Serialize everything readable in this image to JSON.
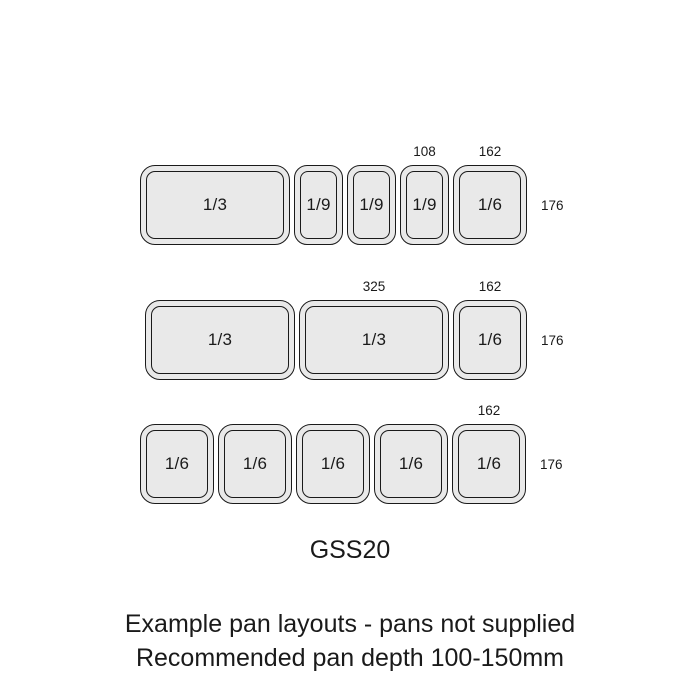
{
  "title": "GSS20",
  "footer": {
    "line1": "Example pan layouts - pans not supplied",
    "line2": "Recommended pan depth 100-150mm"
  },
  "colors": {
    "pan_fill": "#e9e9e9",
    "line": "#1a1a1a",
    "background": "#ffffff"
  },
  "rows": [
    {
      "side_dim": "176",
      "pans": [
        {
          "label": "1/3",
          "size": "third"
        },
        {
          "label": "1/9",
          "size": "ninth"
        },
        {
          "label": "1/9",
          "size": "ninth"
        },
        {
          "label": "1/9",
          "size": "ninth",
          "top_dim": "108"
        },
        {
          "label": "1/6",
          "size": "sixth",
          "top_dim": "162"
        }
      ]
    },
    {
      "side_dim": "176",
      "pans": [
        {
          "label": "1/3",
          "size": "third"
        },
        {
          "label": "1/3",
          "size": "third",
          "top_dim": "325"
        },
        {
          "label": "1/6",
          "size": "sixth",
          "top_dim": "162"
        }
      ]
    },
    {
      "side_dim": "176",
      "pans": [
        {
          "label": "1/6",
          "size": "sixth"
        },
        {
          "label": "1/6",
          "size": "sixth"
        },
        {
          "label": "1/6",
          "size": "sixth"
        },
        {
          "label": "1/6",
          "size": "sixth"
        },
        {
          "label": "1/6",
          "size": "sixth",
          "top_dim": "162"
        }
      ]
    }
  ]
}
